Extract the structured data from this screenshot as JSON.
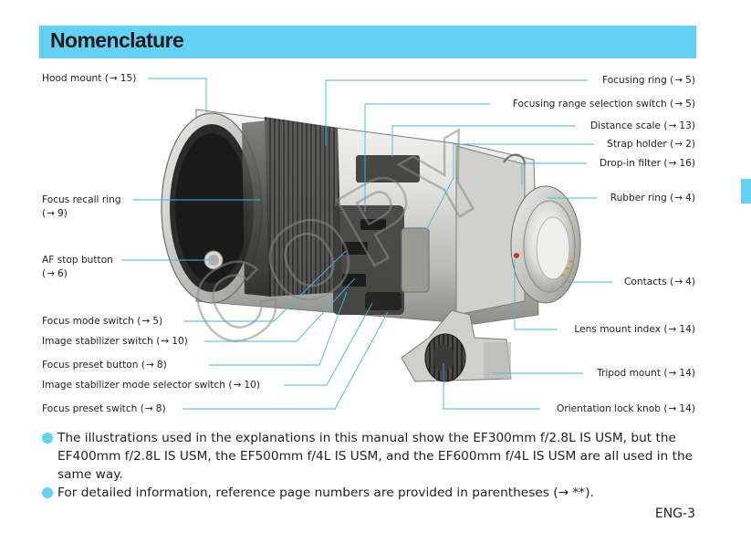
{
  "title": "Nomenclature",
  "arrow_glyph": "→",
  "labels_left": [
    {
      "text": "Hood mount (",
      "ref": "15)"
    },
    {
      "text": "Focus recall ring",
      "ref": "9)"
    },
    {
      "text": "AF stop button",
      "ref": "6)"
    },
    {
      "text": "Focus mode switch (",
      "ref": "5)"
    },
    {
      "text": "Image stabilizer switch (",
      "ref": "10)"
    },
    {
      "text": "Focus preset button (",
      "ref": "8)"
    },
    {
      "text": "Image stabilizer mode selector switch (",
      "ref": "10)"
    },
    {
      "text": "Focus preset switch (",
      "ref": "8)"
    }
  ],
  "labels_right": [
    {
      "text": "Focusing ring (",
      "ref": "5)"
    },
    {
      "text": "Focusing range selection switch (",
      "ref": "5)"
    },
    {
      "text": "Distance scale (",
      "ref": "13)"
    },
    {
      "text": "Strap holder (",
      "ref": "2)"
    },
    {
      "text": "Drop-in filter (",
      "ref": "16)"
    },
    {
      "text": "Rubber ring (",
      "ref": "4)"
    },
    {
      "text": "Contacts (",
      "ref": "4)"
    },
    {
      "text": "Lens mount index (",
      "ref": "14)"
    },
    {
      "text": "Tripod mount (",
      "ref": "14)"
    },
    {
      "text": "Orientation lock knob (",
      "ref": "14)"
    }
  ],
  "notes": [
    "The illustrations used in the explanations in this manual show the EF300mm f/2.8L IS USM, but the EF400mm f/2.8L IS USM, the EF500mm f/4L IS USM, and the EF600mm f/4L IS USM are all used in the same way.",
    "For detailed information, reference page numbers are provided in parentheses (→ **)."
  ],
  "watermark": "COPY",
  "page_number": "ENG-3",
  "colors": {
    "accent": "#63d1f4",
    "leader": "#3fb8e6",
    "text": "#231f20"
  }
}
